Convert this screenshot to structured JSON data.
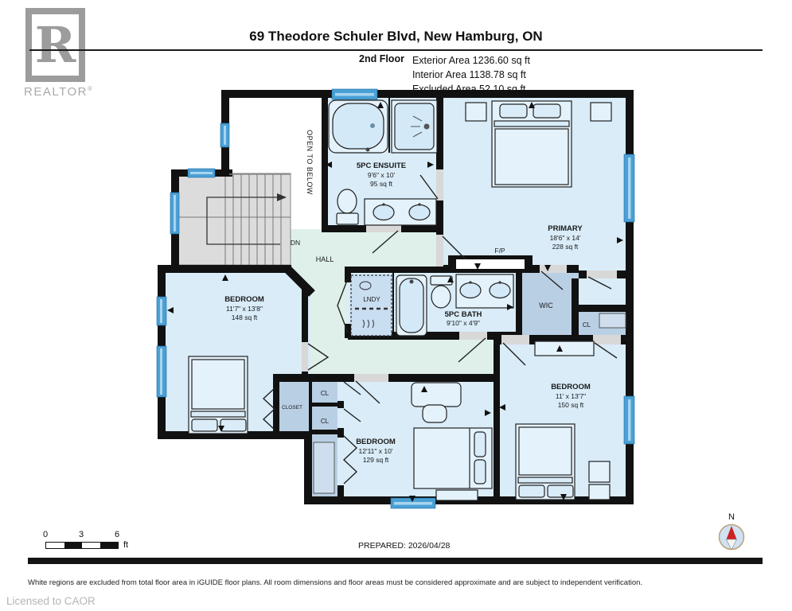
{
  "header": {
    "brand": {
      "logo_letter": "R",
      "name": "REALTOR",
      "registered": "®"
    },
    "title": "69 Theodore Schuler Blvd, New Hamburg, ON",
    "floor_label": "2nd Floor",
    "area_lines": [
      "Exterior Area 1236.60 sq ft",
      "Interior Area 1138.78 sq ft",
      "Excluded Area 52.10 sq ft"
    ]
  },
  "floorplan": {
    "rooms": [
      {
        "name": "5PC ENSUITE",
        "dims": "9'6\" x 10'",
        "area": "95 sq ft"
      },
      {
        "name": "PRIMARY",
        "dims": "18'6\" x 14'",
        "area": "228 sq ft"
      },
      {
        "name": "BEDROOM",
        "dims": "11'7\" x 13'8\"",
        "area": "148 sq ft"
      },
      {
        "name": "5PC BATH",
        "dims": "9'10\" x 4'9\""
      },
      {
        "name": "BEDROOM",
        "dims": "12'11\" x 10'",
        "area": "129 sq ft"
      },
      {
        "name": "BEDROOM",
        "dims": "11' x 13'7\"",
        "area": "150 sq ft"
      }
    ],
    "labels": {
      "open_to_below": "OPEN TO BELOW",
      "hall": "HALL",
      "down": "DN",
      "laundry": "LNDY",
      "wic": "WIC",
      "closet": "CLOSET",
      "cl": "CL",
      "fireplace": "F/P"
    }
  },
  "footer": {
    "scale_ticks": [
      "0",
      "3",
      "6"
    ],
    "scale_unit": "ft",
    "prepared": "PREPARED: 2026/04/28",
    "compass_north": "N",
    "disclaimer": "White regions are excluded from total floor area in iGUIDE floor plans. All room dimensions and floor areas must be considered approximate and are subject to independent verification.",
    "license": "Licensed to CAOR"
  },
  "colors": {
    "wall": "#111111",
    "room": "#d9ecf8",
    "hall": "#def0e9",
    "closet": "#b9cfe4",
    "stairs": "#dcdcdc",
    "window": "#4aa0d5",
    "window_light": "#a8d4ee",
    "compass_needle": "#cc2222",
    "logo": "#9c9c9c"
  }
}
